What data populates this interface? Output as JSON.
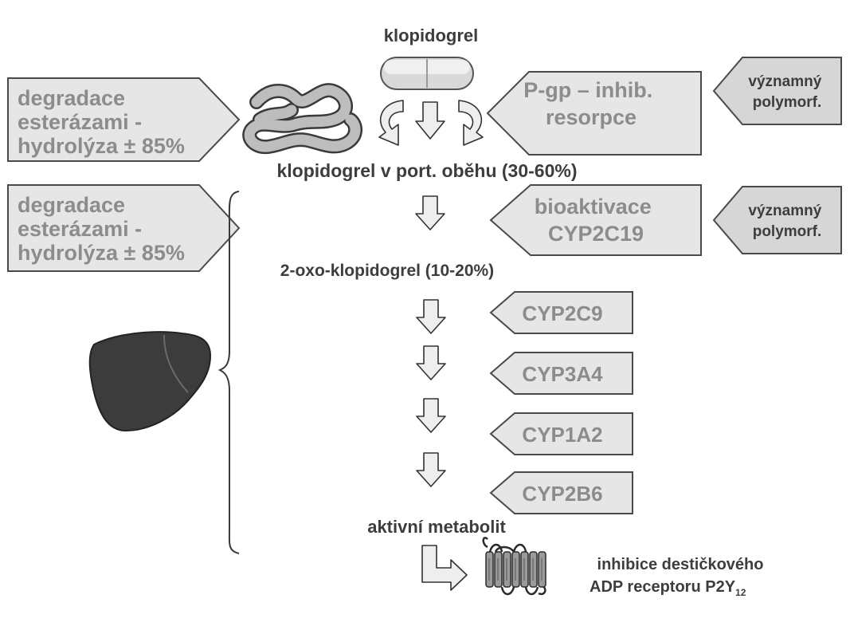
{
  "title": "klopidogrel",
  "left_boxes": [
    {
      "lines": [
        "degradace",
        "esterázami -",
        "hydrolýza ± 85%"
      ]
    },
    {
      "lines": [
        "degradace",
        "esterázami -",
        "hydrolýza ± 85%"
      ]
    }
  ],
  "pgp_box": {
    "lines": [
      "P-gp – inhib.",
      "resorpce"
    ]
  },
  "bioactivation_box": {
    "lines": [
      "bioaktivace",
      "CYP2C19"
    ]
  },
  "polymorph_boxes": [
    {
      "lines": [
        "významný",
        "polymorf."
      ]
    },
    {
      "lines": [
        "významný",
        "polymorf."
      ]
    }
  ],
  "stages": {
    "portal": "klopidogrel v port. oběhu (30-60%)",
    "oxo": "2-oxo-klopidogrel (10-20%)",
    "active": "aktivní metabolit"
  },
  "enzymes": [
    "CYP2C9",
    "CYP3A4",
    "CYP1A2",
    "CYP2B6"
  ],
  "outcome": {
    "line1": "inhibice destičkového",
    "line2": "ADP receptoru P2Y",
    "subscript": "12"
  },
  "colors": {
    "box_fill": "#e6e6e6",
    "box_text": "#8c8c8c",
    "main_text": "#3d3d3d",
    "outline": "#4a4a4a"
  },
  "icons": [
    "pill-icon",
    "intestine-icon",
    "liver-icon",
    "receptor-icon"
  ]
}
